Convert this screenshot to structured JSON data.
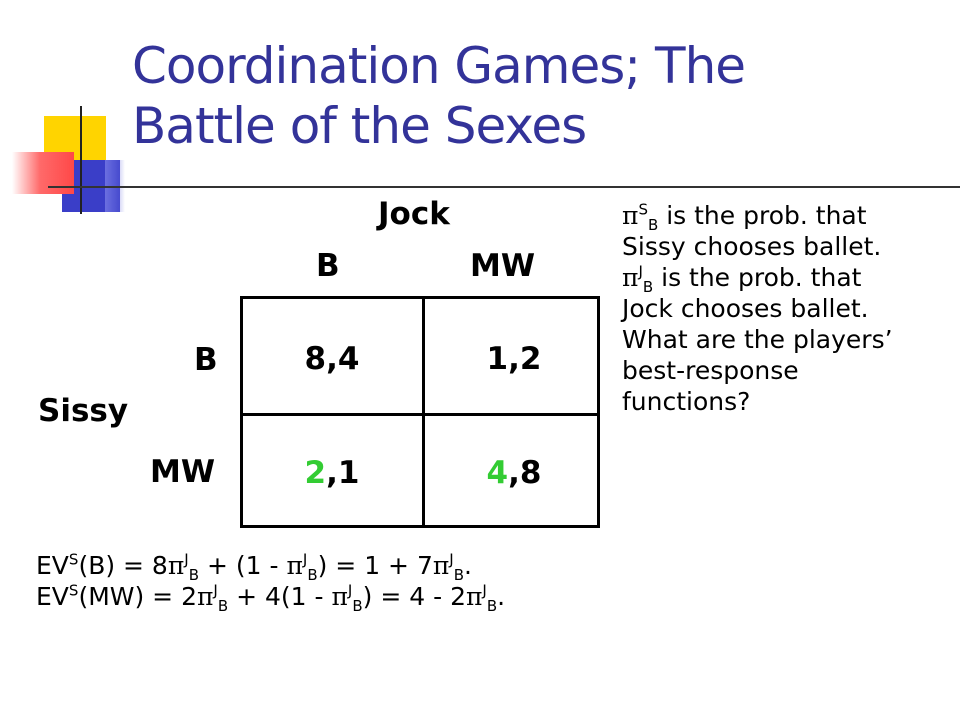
{
  "slide": {
    "title_line1": "Coordination Games; The",
    "title_line2": "Battle of the Sexes",
    "colors": {
      "title": "#333399",
      "highlight": "#33cc33"
    }
  },
  "game": {
    "column_player": "Jock",
    "row_player": "Sissy",
    "column_strategies": [
      "B",
      "MW"
    ],
    "row_strategies": [
      "B",
      "MW"
    ],
    "payoffs": [
      [
        {
          "sissy": "8",
          "sep": ",",
          "jock": "4"
        },
        {
          "sissy": "1",
          "sep": ",",
          "jock": "2"
        }
      ],
      [
        {
          "sissy": "2",
          "sep": ",",
          "jock": "1"
        },
        {
          "sissy": "4",
          "sep": ",",
          "jock": "8"
        }
      ]
    ]
  },
  "notes": {
    "pi": "π",
    "sup_S": "S",
    "sup_J": "J",
    "sub_B": "B",
    "line1_rest": " is the prob. that",
    "line2": "Sissy chooses ballet.",
    "line3_rest": " is the prob. that",
    "line4": "Jock chooses ballet.",
    "line5": "What are the players’",
    "line6": "best-response",
    "line7": "functions?"
  },
  "equations": {
    "ev": "EV",
    "eq1_a": "(B) = 8",
    "eq1_b": " + (1 - ",
    "eq1_c": ") = 1 + 7",
    "eq1_d": ".",
    "eq2_a": "(MW) = 2",
    "eq2_b": " + 4(1 - ",
    "eq2_c": ") = 4 - 2",
    "eq2_d": "."
  }
}
